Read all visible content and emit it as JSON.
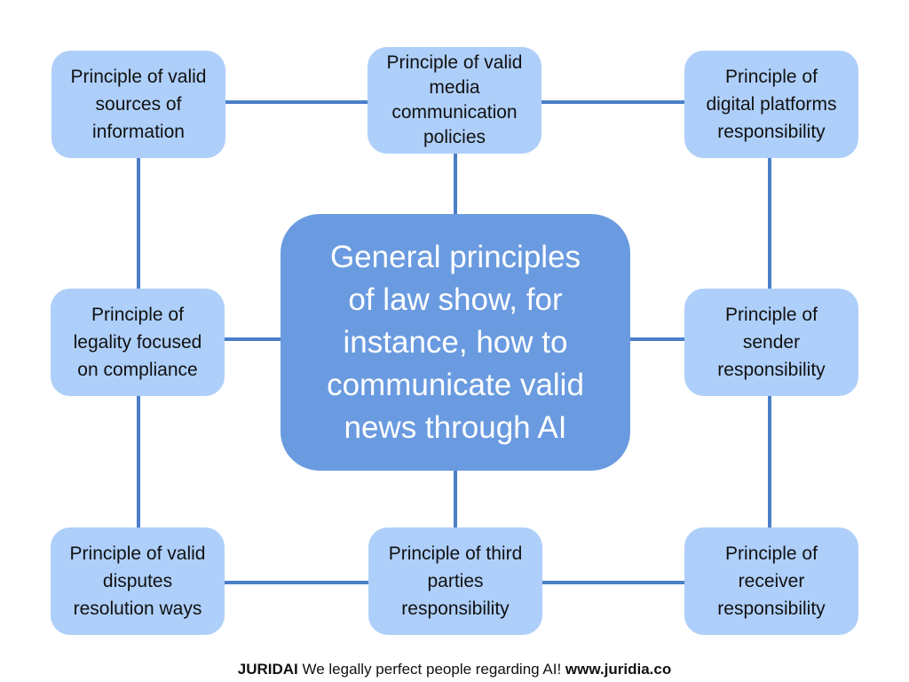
{
  "diagram": {
    "center": {
      "label": "General principles\nof law show, for\ninstance, how to\ncommunicate valid\nnews through AI"
    },
    "nodes": {
      "top_left": "Principle of valid\nsources of\ninformation",
      "top_middle": "Principle of valid\nmedia\ncommunication\npolicies",
      "top_right": "Principle of\ndigital platforms\nresponsibility",
      "middle_left": "Principle of\nlegality focused\non compliance",
      "middle_right": "Principle of\nsender\nresponsibility",
      "bottom_left": "Principle of valid\ndisputes\nresolution ways",
      "bottom_middle": "Principle of third\nparties\nresponsibility",
      "bottom_right": "Principle of\nreceiver\nresponsibility"
    },
    "colors": {
      "node_fill": "#aecffa",
      "center_fill": "#6a9be0",
      "connector": "#4a7fc8"
    }
  },
  "footer": {
    "brand": "JURIDAI",
    "tagline": " We legally perfect people regarding AI! ",
    "url": "www.juridia.co"
  }
}
